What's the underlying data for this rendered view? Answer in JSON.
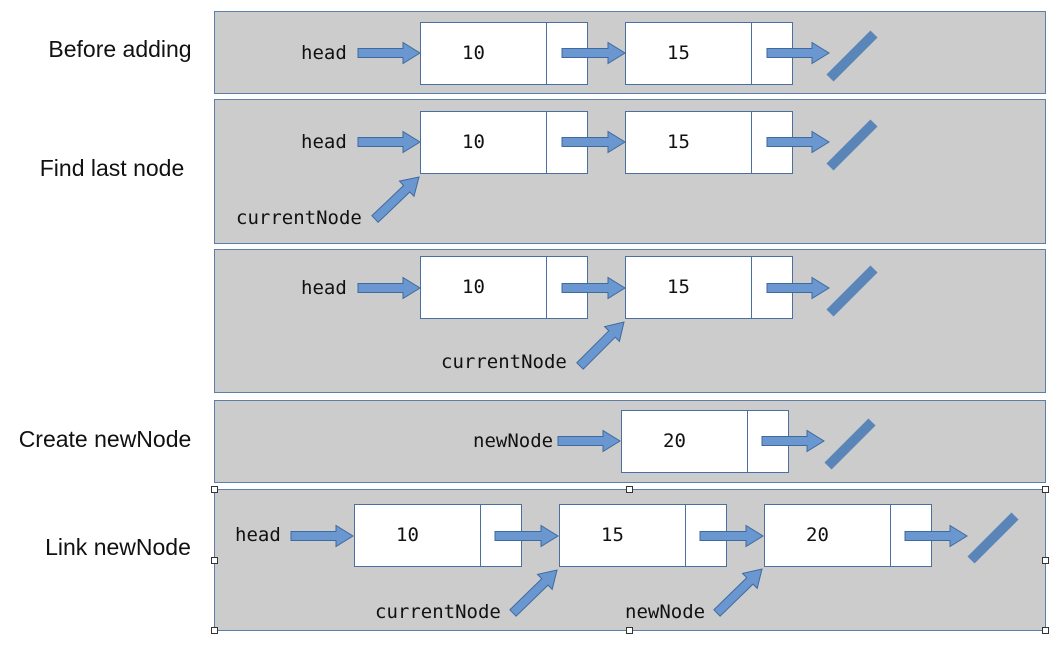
{
  "colors": {
    "panel": "#cccccc",
    "arrow": "#6a97cf",
    "null_bar": "#5a85b8"
  },
  "steps": [
    {
      "label": "Before adding",
      "head": "head",
      "values": [
        "10",
        "15"
      ]
    },
    {
      "label": "Find last node",
      "head": "head",
      "values": [
        "10",
        "15"
      ],
      "pointer": "currentNode"
    },
    {
      "label": "",
      "head": "head",
      "values": [
        "10",
        "15"
      ],
      "pointer": "currentNode"
    },
    {
      "label": "Create newNode",
      "pointer": "newNode",
      "values": [
        "20"
      ]
    },
    {
      "label": "Link newNode",
      "head": "head",
      "values": [
        "10",
        "15",
        "20"
      ],
      "pointer": "currentNode",
      "pointer2": "newNode"
    }
  ]
}
